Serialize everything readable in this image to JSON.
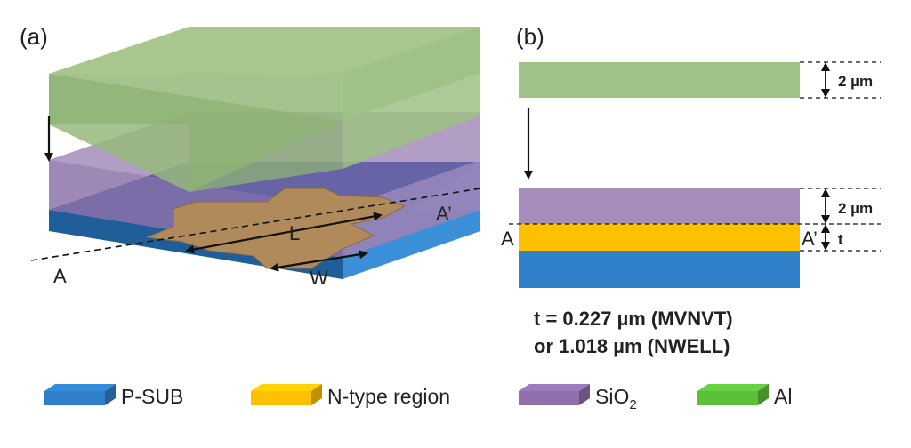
{
  "figure": {
    "panel_a": {
      "label": "(a)",
      "section_start": "A",
      "section_end": "A’",
      "length_label": "L",
      "width_label": "W"
    },
    "panel_b": {
      "label": "(b)",
      "al_thickness": "2 µm",
      "oxide_thickness": "2 µm",
      "ntype_thickness": "t",
      "section_start": "A",
      "section_end": "A’",
      "note_line1": "t = 0.227 µm (MVNVT)",
      "note_line2": "or 1.018 µm (NWELL)"
    },
    "legend": [
      {
        "label": "P-SUB",
        "color": "#2f80c8"
      },
      {
        "label": "N-type region",
        "color": "#ffc000"
      },
      {
        "label": "SiO",
        "subscript": "2",
        "color": "#8f70ad"
      },
      {
        "label": "Al",
        "color": "#5cbf3a"
      }
    ],
    "colors": {
      "psub": "#2f80c8",
      "ntype": "#ffc000",
      "sio2": "#a48dbb",
      "al": "#9fbf86"
    }
  }
}
